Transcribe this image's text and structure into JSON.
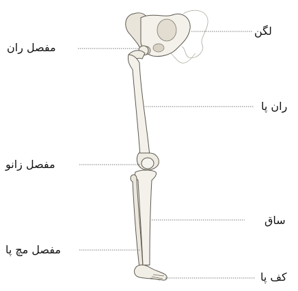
{
  "colors": {
    "bone_fill": "#f3f1ea",
    "bone_stroke": "#5c5850",
    "bone_shade": "#b9b4a8",
    "leader_line": "#777777",
    "label_text": "#111111"
  },
  "labels": {
    "pelvis": "لگن",
    "hip_joint": "مفصل ران",
    "femur": "ران پا",
    "knee_joint": "مفصل زانو",
    "shin": "ساق",
    "ankle_joint": "مفصل مچ پا",
    "foot": "کف پا"
  }
}
